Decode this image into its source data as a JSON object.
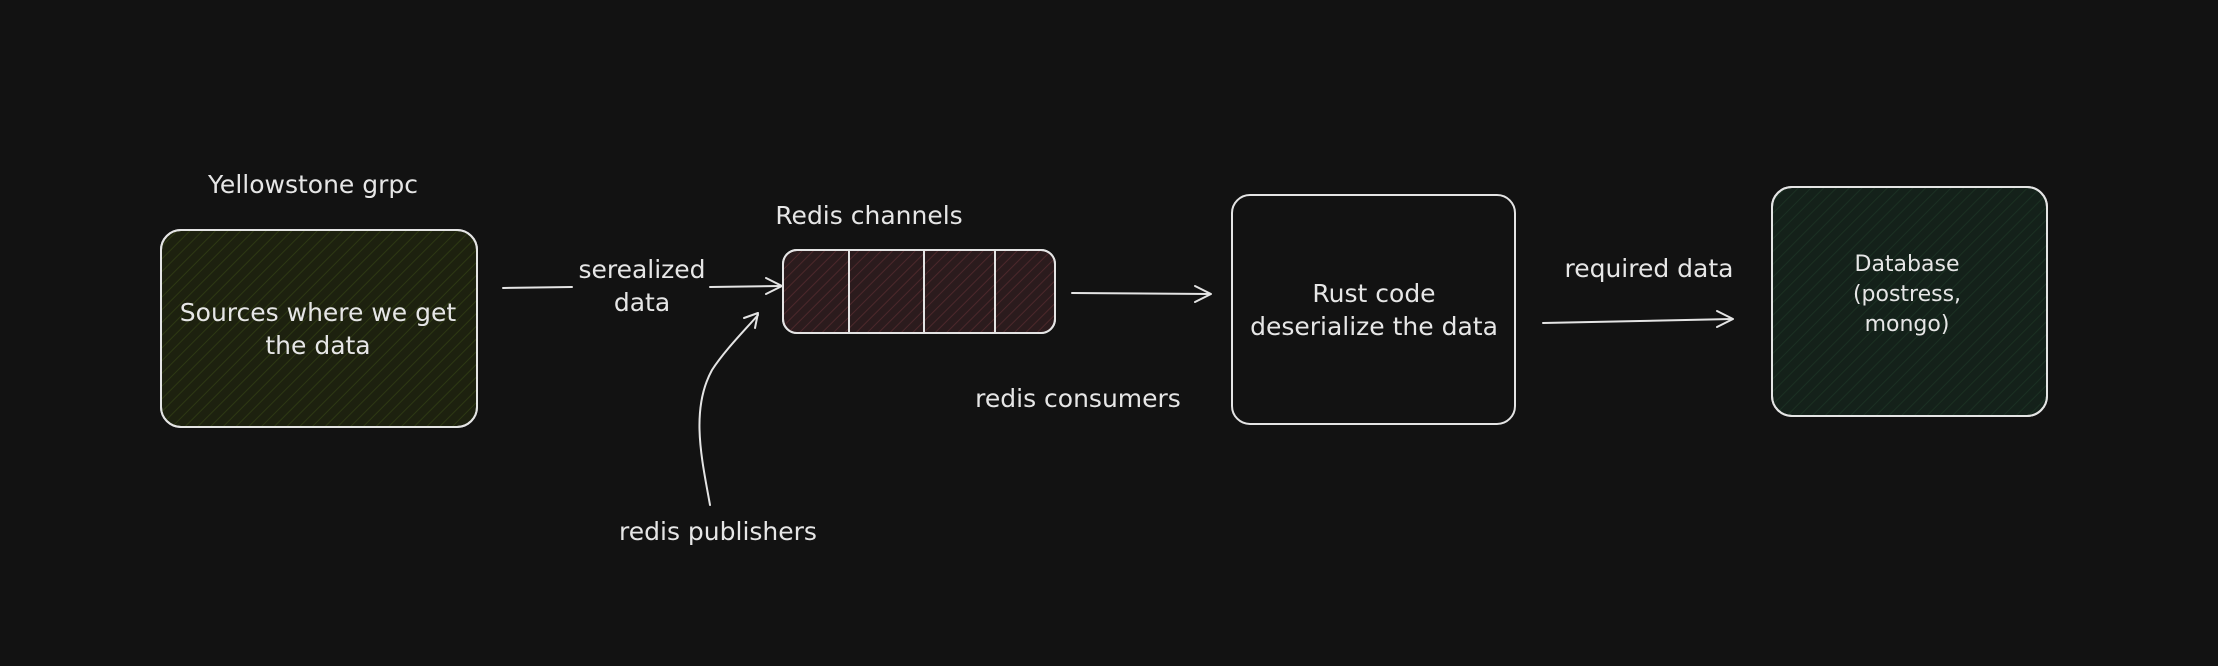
{
  "nodes": {
    "sources": {
      "caption": "Yellowstone grpc",
      "line1": "Sources where we get",
      "line2": "the data",
      "fill": "#1d210f"
    },
    "redis": {
      "caption": "Redis channels",
      "fill": "#2b1b1d"
    },
    "rust": {
      "line1": "Rust code",
      "line2": "deserialize the data",
      "fill": "#121212"
    },
    "database": {
      "line1": "Database",
      "line2": "(postress,",
      "line3": "mongo)",
      "fill": "#14211a"
    }
  },
  "edges": {
    "serialized": {
      "line1": "serealized",
      "line2": "data"
    },
    "required": {
      "label": "required data"
    }
  },
  "annotations": {
    "publishers": "redis publishers",
    "consumers": "redis consumers"
  },
  "colors": {
    "background": "#121212",
    "stroke": "#e4e4e4",
    "text": "#e6e6e6"
  }
}
